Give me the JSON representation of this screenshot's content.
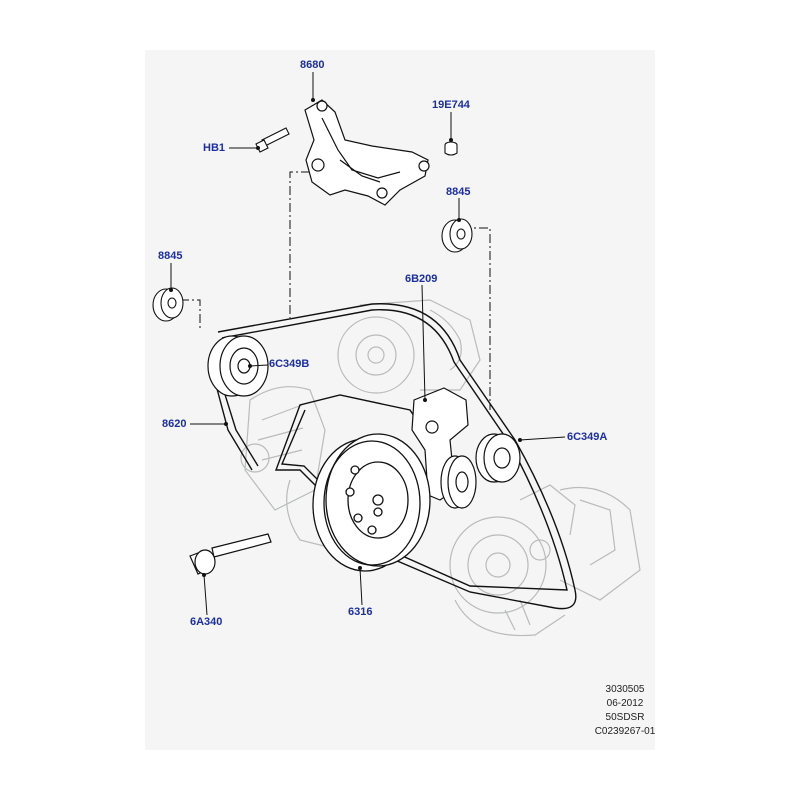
{
  "callouts": {
    "c8680": "8680",
    "c19e744": "19E744",
    "chb1": "HB1",
    "c8845_right": "8845",
    "c8845_left": "8845",
    "c6b209": "6B209",
    "c6c349b": "6C349B",
    "c8620": "8620",
    "c6c349a": "6C349A",
    "c6a340": "6A340",
    "c6316": "6316"
  },
  "footer": {
    "line1": "3030505",
    "line2": "06-2012",
    "line3": "50SDSR",
    "line4": "C0239267-01"
  },
  "colors": {
    "callout_text": "#1d2fa0",
    "line_art": "#111111",
    "ghost_engine": "#b9bcbb",
    "background": "#f4f5f4"
  }
}
